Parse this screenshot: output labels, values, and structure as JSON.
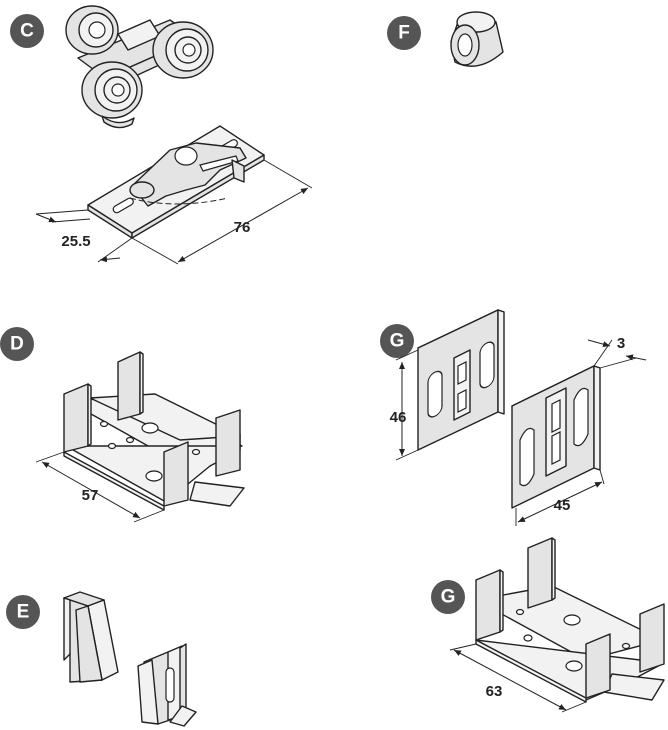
{
  "labels": {
    "c": "C",
    "d": "D",
    "e": "E",
    "f": "F",
    "g_top": "G",
    "g_bottom": "G"
  },
  "dimensions": {
    "c_width": "25.5",
    "c_length": "76",
    "d_length": "57",
    "g_height": "46",
    "g_thickness": "3",
    "g_width": "45",
    "g_bracket_length": "63"
  },
  "colors": {
    "badge": "#555555",
    "line": "#222222"
  }
}
